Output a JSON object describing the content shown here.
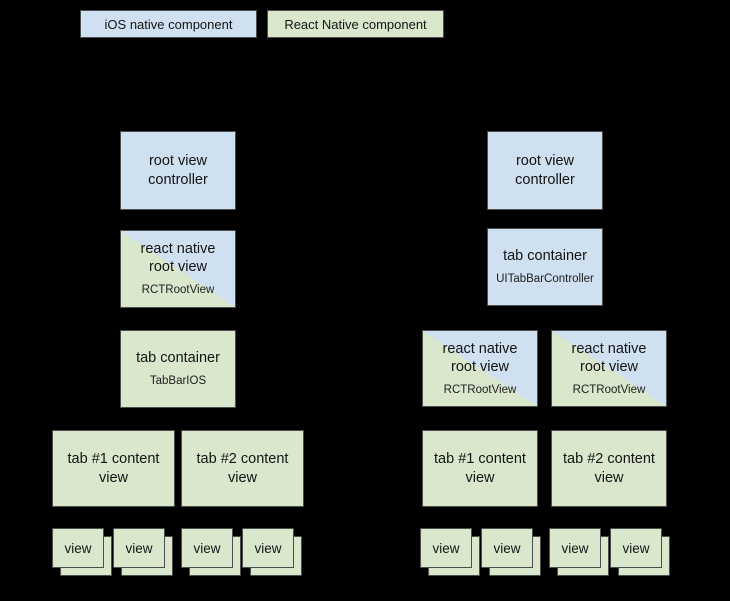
{
  "colors": {
    "background": "#000000",
    "ios_native": "#cfe0f1",
    "react_native": "#d9e7cd",
    "border": "#4d4d4d",
    "text": "#141414"
  },
  "legend": {
    "items": [
      {
        "label": "iOS native component",
        "kind": "ios"
      },
      {
        "label": "React Native component",
        "kind": "rn"
      }
    ]
  },
  "left_tree": {
    "root_view_controller": {
      "title": "root view\ncontroller",
      "sub": "",
      "kind": "ios"
    },
    "react_native_root_view": {
      "title": "react native\nroot view",
      "sub": "RCTRootView",
      "kind": "split"
    },
    "tab_container": {
      "title": "tab container",
      "sub": "TabBarIOS",
      "kind": "rn"
    },
    "tab1_content_view": {
      "title": "tab #1 content\nview",
      "sub": "",
      "kind": "rn"
    },
    "tab2_content_view": {
      "title": "tab #2 content\nview",
      "sub": "",
      "kind": "rn"
    },
    "views": [
      {
        "label": "view"
      },
      {
        "label": "view"
      },
      {
        "label": "view"
      },
      {
        "label": "view"
      }
    ]
  },
  "right_tree": {
    "root_view_controller": {
      "title": "root view\ncontroller",
      "sub": "",
      "kind": "ios"
    },
    "tab_container": {
      "title": "tab container",
      "sub": "UITabBarController",
      "kind": "ios"
    },
    "react_native_root_view_1": {
      "title": "react native\nroot view",
      "sub": "RCTRootView",
      "kind": "split"
    },
    "react_native_root_view_2": {
      "title": "react native\nroot view",
      "sub": "RCTRootView",
      "kind": "split"
    },
    "tab1_content_view": {
      "title": "tab #1 content\nview",
      "sub": "",
      "kind": "rn"
    },
    "tab2_content_view": {
      "title": "tab #2 content\nview",
      "sub": "",
      "kind": "rn"
    },
    "views": [
      {
        "label": "view"
      },
      {
        "label": "view"
      },
      {
        "label": "view"
      },
      {
        "label": "view"
      }
    ]
  }
}
